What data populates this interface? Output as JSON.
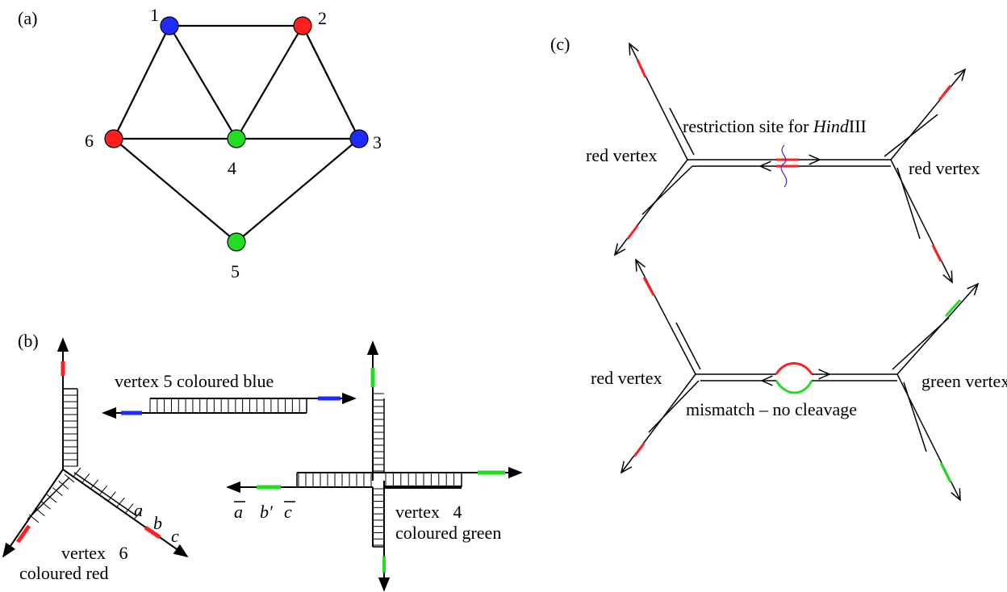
{
  "colors": {
    "red": "#ff1f1f",
    "green": "#22dd22",
    "blue": "#1f2bff",
    "line": "#000000",
    "bubble": "#2d2dd0"
  },
  "panel_a": {
    "label": "(a)",
    "vertices": [
      {
        "id": "1",
        "color": "blue"
      },
      {
        "id": "2",
        "color": "red"
      },
      {
        "id": "3",
        "color": "blue"
      },
      {
        "id": "4",
        "color": "green"
      },
      {
        "id": "5",
        "color": "green"
      },
      {
        "id": "6",
        "color": "red"
      }
    ],
    "edges": [
      [
        "1",
        "2"
      ],
      [
        "1",
        "6"
      ],
      [
        "1",
        "4"
      ],
      [
        "2",
        "4"
      ],
      [
        "2",
        "3"
      ],
      [
        "6",
        "4"
      ],
      [
        "4",
        "3"
      ],
      [
        "6",
        "5"
      ],
      [
        "3",
        "5"
      ]
    ]
  },
  "panel_b": {
    "label": "(b)",
    "vertex5_caption": "vertex 5 coloured blue",
    "vertex6_caption_line1": "vertex   6",
    "vertex6_caption_line2": "coloured red",
    "vertex4_caption_line1": "vertex   4",
    "vertex4_caption_line2": "coloured green",
    "seg_a": "a",
    "seg_b": "b",
    "seg_c": "c",
    "seg_abar": "a",
    "seg_bprime": "b′",
    "seg_cbar": "c"
  },
  "panel_c": {
    "label": "(c)",
    "top_left": "red vertex",
    "top_right": "red vertex",
    "restriction_prefix": "restriction site for ",
    "restriction_enzyme": "Hind",
    "restriction_suffix": "III",
    "bottom_left": "red vertex",
    "bottom_right": "green vertex",
    "mismatch": "mismatch – no cleavage"
  }
}
